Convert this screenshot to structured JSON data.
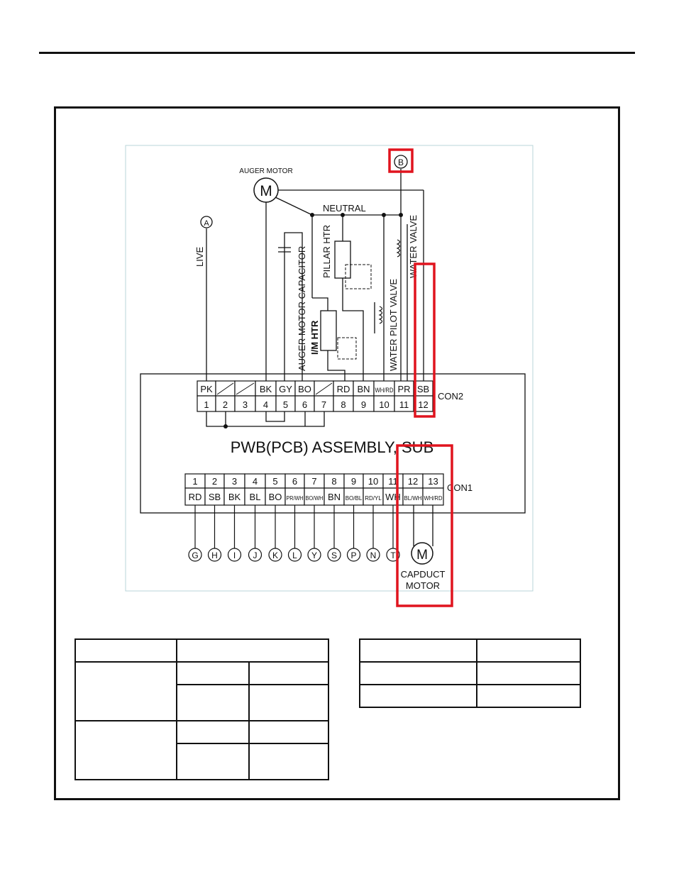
{
  "diagram": {
    "components": {
      "auger_motor": "AUGER MOTOR",
      "motor_symbol": "M",
      "neutral": "NEUTRAL",
      "live": "LIVE",
      "pillar_htr": "PILLAR HTR",
      "auger_motor_capacitor": "AUGER MOTOR CAPACITOR",
      "im_htr": "I/M HTR",
      "water_pilot_valve": "WATER PILOT VALVE",
      "water_valve": "WATER VALVE",
      "capduct_motor_line1": "CAPDUCT",
      "capduct_motor_line2": "MOTOR"
    },
    "connectors": {
      "a": "A",
      "b": "B"
    },
    "pcb_title": "PWB(PCB) ASSEMBLY, SUB",
    "con2": {
      "name": "CON2",
      "pins": [
        "1",
        "2",
        "3",
        "4",
        "5",
        "6",
        "7",
        "8",
        "9",
        "10",
        "11",
        "12"
      ],
      "colors": [
        "PK",
        "",
        "",
        "BK",
        "GY",
        "BO",
        "",
        "RD",
        "BN",
        "WH/RD",
        "PR",
        "SB"
      ]
    },
    "con1": {
      "name": "CON1",
      "pins": [
        "1",
        "2",
        "3",
        "4",
        "5",
        "6",
        "7",
        "8",
        "9",
        "10",
        "11",
        "12",
        "13"
      ],
      "colors": [
        "RD",
        "SB",
        "BK",
        "BL",
        "BO",
        "PR/WH",
        "BO/WH",
        "BN",
        "BO/BL",
        "RD/YL",
        "WH",
        "BL/WH",
        "WH/RD"
      ],
      "terminals": [
        "G",
        "H",
        "I",
        "J",
        "K",
        "L",
        "Y",
        "S",
        "P",
        "N",
        "T"
      ]
    },
    "highlight_color": "#e0141e"
  }
}
